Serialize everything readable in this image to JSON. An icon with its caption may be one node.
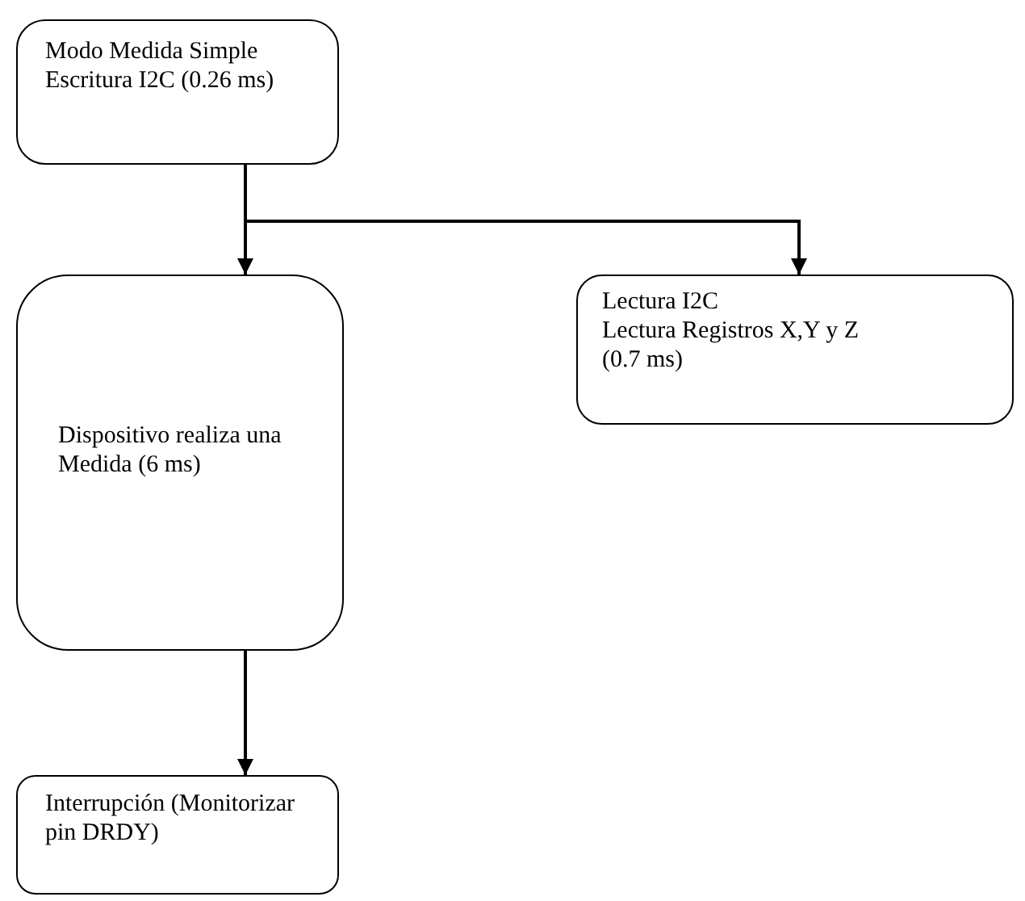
{
  "diagram": {
    "nodes": [
      {
        "text": [
          "Modo Medida Simple",
          "Escritura I2C (0.26 ms)"
        ]
      },
      {
        "text": [
          "Dispositivo realiza una Medida (6 ms)"
        ]
      },
      {
        "text": [
          "Lectura I2C",
          "Lectura Registros X,Y y Z",
          "(0.7 ms)"
        ]
      },
      {
        "text": [
          "Interrupción (Monitorizar pin DRDY)"
        ]
      }
    ],
    "edges": [
      {
        "from": 0,
        "to": 1,
        "arrow": "to"
      },
      {
        "from": 0,
        "to": 2,
        "arrow": "to"
      },
      {
        "from": 1,
        "to": 3,
        "arrow": "to"
      }
    ]
  }
}
